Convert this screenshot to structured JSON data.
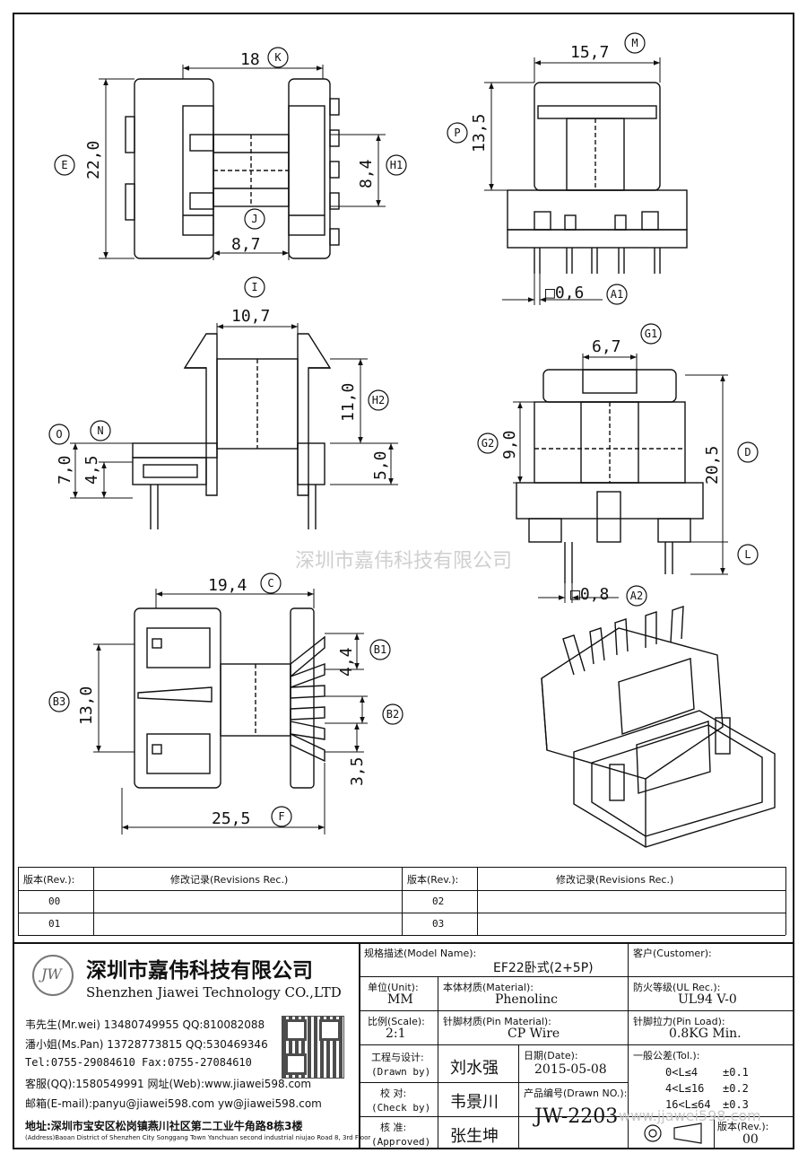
{
  "watermark": "深圳市嘉伟科技有限公司",
  "url_watermark": "www.jjawei598.com",
  "dimensions": {
    "K": {
      "letter": "K",
      "value": "18"
    },
    "M": {
      "letter": "M",
      "value": "15,7"
    },
    "E": {
      "letter": "E",
      "value": "22,0"
    },
    "P": {
      "letter": "P",
      "value": "13,5"
    },
    "H1": {
      "letter": "H1",
      "value": "8,4"
    },
    "J": {
      "letter": "J",
      "value": "8,7"
    },
    "A1": {
      "letter": "A1",
      "value": "□0,6"
    },
    "I": {
      "letter": "I",
      "value": "10,7"
    },
    "G1": {
      "letter": "G1",
      "value": "6,7"
    },
    "H2": {
      "letter": "H2",
      "value": "11,0"
    },
    "O": {
      "letter": "O",
      "value": "7,0"
    },
    "N": {
      "letter": "N",
      "value": "4,5"
    },
    "H2b": {
      "value": "5,0"
    },
    "G2": {
      "letter": "G2",
      "value": "9,0"
    },
    "D": {
      "letter": "D",
      "value": "20,5"
    },
    "L": {
      "letter": "L"
    },
    "A2": {
      "letter": "A2",
      "value": "□0,8"
    },
    "C": {
      "letter": "C",
      "value": "19,4"
    },
    "B1": {
      "letter": "B1",
      "value": "4,4"
    },
    "B3": {
      "letter": "B3",
      "value": "13,0"
    },
    "B2": {
      "letter": "B2"
    },
    "B4": {
      "value": "3,5"
    },
    "F": {
      "letter": "F",
      "value": "25,5"
    }
  },
  "revisions": {
    "rev_header": "版本(Rev.):",
    "rec_header": "修改记录(Revisions Rec.)",
    "rows": [
      "00",
      "01",
      "02",
      "03"
    ]
  },
  "company": {
    "name_cn": "深圳市嘉伟科技有限公司",
    "name_en": "Shenzhen Jiawei Technology CO.,LTD",
    "logo_text": "JW",
    "contacts": [
      "韦先生(Mr.wei) 13480749955 QQ:810082088",
      "潘小姐(Ms.Pan) 13728773815 QQ:530469346",
      "Tel:0755-29084610    Fax:0755-27084610",
      "客服(QQ):1580549991   网址(Web):www.jiawei598.com",
      "邮箱(E-mail):panyu@jiawei598.com  yw@jiawei598.com"
    ],
    "address_cn": "地址:深圳市宝安区松岗镇燕川社区第二工业牛角路8栋3楼",
    "address_en": "(Address)Baoan District of Shenzhen City Songgang Town Yanchuan  second industrial niujao Road 8, 3rd Floor"
  },
  "title_block": {
    "model_label": "规格描述(Model Name):",
    "model_value": "EF22卧式(2+5P)",
    "customer_label": "客户(Customer):",
    "unit_label": "单位(Unit):",
    "unit_value": "MM",
    "material_label": "本体材质(Material):",
    "material_value": "Phenolinc",
    "rec_label": "防火等级(UL Rec.):",
    "rec_value": "UL94 V-0",
    "scale_label": "比例(Scale):",
    "scale_value": "2:1",
    "pin_label": "针脚材质(Pin Material):",
    "pin_value": "CP Wire",
    "load_label": "针脚拉力(Pin Load):",
    "load_value": "0.8KG Min.",
    "drawn_label": "工程与设计:",
    "drawn_label_en": "(Drawn by)",
    "drawn_value": "刘水强",
    "date_label": "日期(Date):",
    "date_value": "2015-05-08",
    "check_label": "校 对:",
    "check_label_en": "(Check by)",
    "check_value": "韦景川",
    "drawno_label": "产品编号(Drawn NO.):",
    "drawno_value": "JW-2203",
    "approved_label": "核 准:",
    "approved_label_en": "(Approved)",
    "approved_value": "张生坤",
    "tol_label": "一般公差(Tol.):",
    "tol": [
      {
        "range": "0<L≤4",
        "val": "±0.1"
      },
      {
        "range": "4<L≤16",
        "val": "±0.2"
      },
      {
        "range": "16<L≤64",
        "val": "±0.3"
      }
    ],
    "rev_label": "版本(Rev.):",
    "rev_value": "00"
  }
}
